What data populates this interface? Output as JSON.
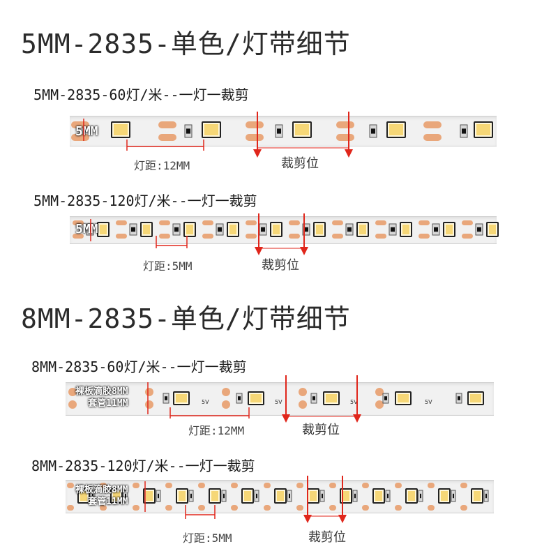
{
  "sections": [
    {
      "title": "5MM-2835-单色/灯带细节",
      "strips": [
        {
          "title": "5MM-2835-60灯/米--一灯一裁剪",
          "width_tag": "5MM",
          "pitch_label": "灯距:12MM",
          "cut_label": "裁剪位"
        },
        {
          "title": "5MM-2835-120灯/米--一灯一裁剪",
          "width_tag": "5MM",
          "pitch_label": "灯距:5MM",
          "cut_label": "裁剪位"
        }
      ]
    },
    {
      "title": "8MM-2835-单色/灯带细节",
      "strips": [
        {
          "title": "8MM-2835-60灯/米--一灯一裁剪",
          "bare_tag_1": "裸板滴胶8MM",
          "bare_tag_2": "套管11MM",
          "pitch_label": "灯距:12MM",
          "cut_label": "裁剪位"
        },
        {
          "title": "8MM-2835-120灯/米--一灯一裁剪",
          "bare_tag_1": "裸板滴胶8MM",
          "bare_tag_2": "套管11MM",
          "pitch_label": "灯距:5MM",
          "cut_label": "裁剪位"
        }
      ]
    }
  ],
  "colors": {
    "arrow": "#e0261b",
    "pad": "#e9a77b",
    "led": "#f6d777",
    "strip": "#f1f1f1"
  }
}
